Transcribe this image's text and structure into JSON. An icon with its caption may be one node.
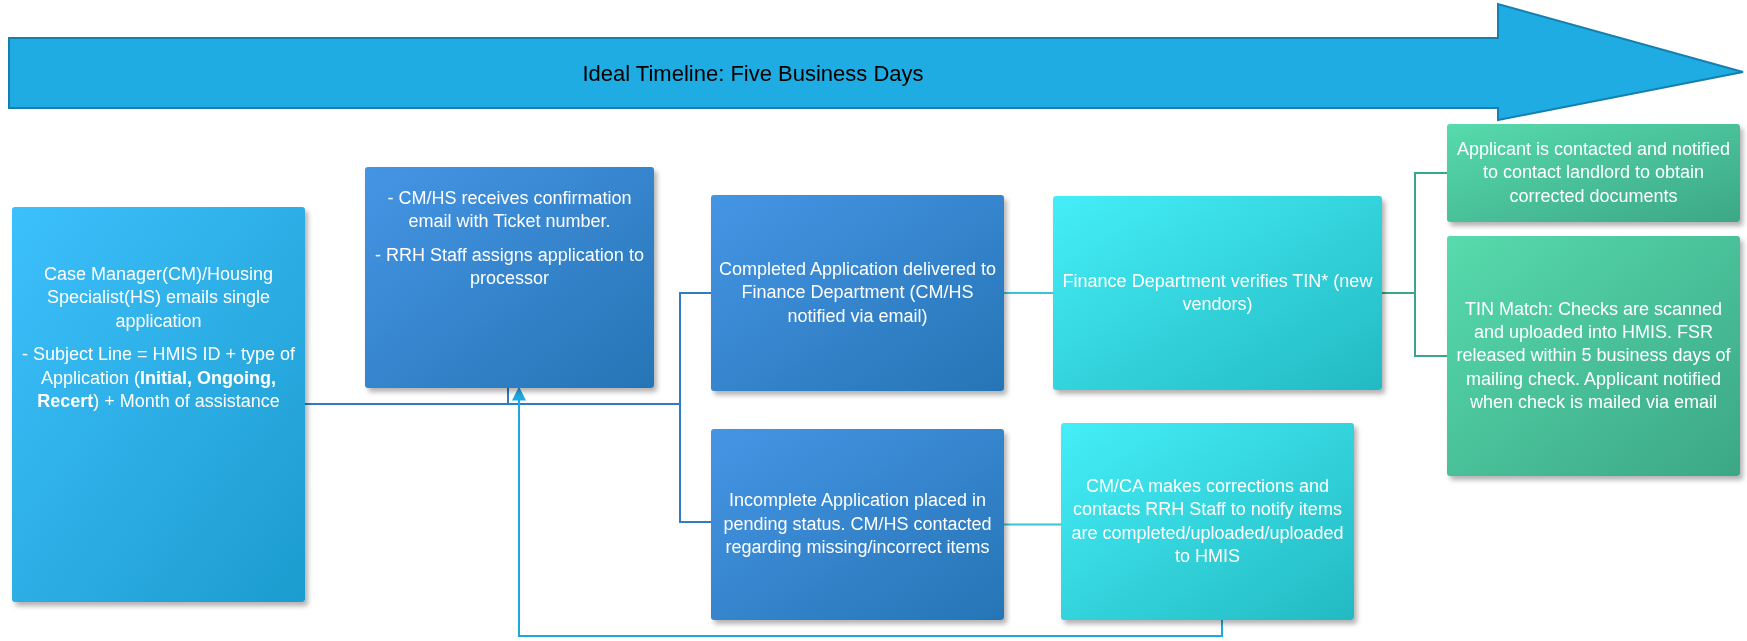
{
  "diagram": {
    "nodes": [
      {
        "text": [
          "Ideal Timeline: Five Business Days"
        ]
      },
      {
        "text": [
          "Case Manager(CM)/Housing Specialist(HS) emails single application",
          "- Subject Line = HMIS ID + type of Application (**Initial, Ongoing, Recert**) + Month of assistance"
        ]
      },
      {
        "text": [
          "- CM/HS receives confirmation email with Ticket number.",
          "- RRH Staff assigns application to processor"
        ]
      },
      {
        "text": [
          "Completed Application delivered to Finance Department (CM/HS notified via email)"
        ]
      },
      {
        "text": [
          "Finance Department verifies TIN* (new vendors)"
        ]
      },
      {
        "text": [
          "Incomplete Application placed in pending status. CM/HS contacted regarding missing/incorrect items"
        ]
      },
      {
        "text": [
          "CM/CA makes corrections and contacts RRH Staff to notify items are completed/uploaded/uploaded to HMIS"
        ]
      },
      {
        "text": [
          "Applicant is contacted and notified to contact landlord to obtain corrected documents"
        ]
      },
      {
        "text": [
          "TIN Match: Checks are scanned and uploaded into HMIS. FSR released within 5 business days of mailing check. Applicant notified when check is mailed via email"
        ]
      }
    ],
    "edges": [
      {
        "from": 1,
        "to": 2,
        "arrow": "none"
      },
      {
        "from": 2,
        "to": 3,
        "arrow": "none"
      },
      {
        "from": 2,
        "to": 5,
        "arrow": "none"
      },
      {
        "from": 3,
        "to": 4,
        "arrow": "none",
        "color": "#3cc4d0"
      },
      {
        "from": 5,
        "to": 6,
        "arrow": "none",
        "color": "#3cc4d0"
      },
      {
        "from": 4,
        "to": 7,
        "arrow": "none",
        "color": "#3aa58a"
      },
      {
        "from": 4,
        "to": 8,
        "arrow": "none",
        "color": "#3aa58a"
      },
      {
        "from": 6,
        "to": 2,
        "arrow": "to",
        "color": "#1ea7e0"
      }
    ]
  }
}
